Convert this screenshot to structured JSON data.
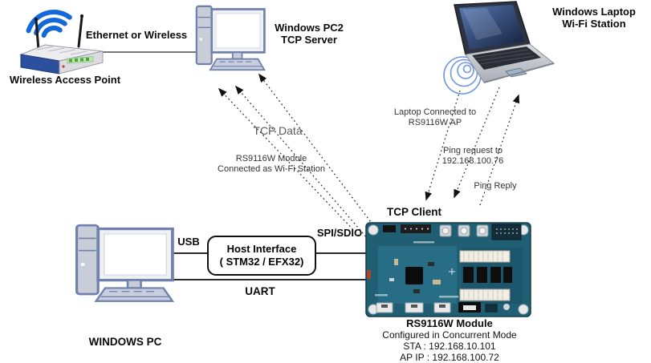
{
  "nodes": {
    "access_point": {
      "label": "Wireless Access Point"
    },
    "pc2": {
      "label_line1": "Windows PC2",
      "label_line2": "TCP Server"
    },
    "laptop": {
      "label_line1": "Windows Laptop",
      "label_line2": "Wi-Fi Station"
    },
    "windows_pc": {
      "label": "WINDOWS PC"
    },
    "host_interface": {
      "line1": "Host Interface",
      "line2": "( STM32 / EFX32)"
    },
    "module": {
      "role": "TCP Client",
      "title": "RS9116W Module",
      "config": "Configured in Concurrent Mode",
      "sta": "STA : 192.168.10.101",
      "ap_ip": "AP IP : 192.168.100.72"
    }
  },
  "links": {
    "ethernet": {
      "label": "Ethernet or Wireless"
    },
    "usb": {
      "label": "USB"
    },
    "spi_sdio": {
      "label": "SPI/SDIO"
    },
    "uart": {
      "label": "UART"
    },
    "tcp_data": {
      "label": "TCP Data"
    },
    "module_sta_note": {
      "line1": "RS9116W Module",
      "line2": "Connected as Wi-Fi Station"
    },
    "laptop_ap_note": {
      "line1": "Laptop Connected to",
      "line2": "RS9116W AP"
    },
    "ping_request": {
      "line1": "Ping request to",
      "line2": "192.168.100.76"
    },
    "ping_reply": {
      "label": "Ping Reply"
    }
  },
  "colors": {
    "wifi_blue": "#1468d8",
    "pcb_teal": "#205e73",
    "dotted_line": "#2f2f2f",
    "muted_label": "#595959",
    "pc_outline": "#7081ab"
  }
}
